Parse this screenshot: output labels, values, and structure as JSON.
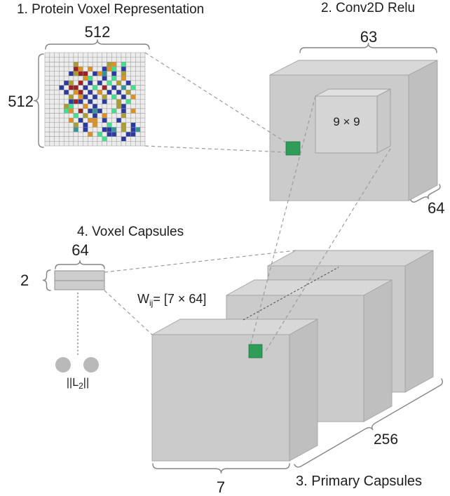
{
  "figure": {
    "steps": {
      "step1": {
        "title": "1. Protein Voxel Representation",
        "width_label": "512",
        "height_label": "512"
      },
      "step2": {
        "title": "2. Conv2D Relu",
        "width_label": "63",
        "depth_label": "64",
        "kernel_label": "9 × 9"
      },
      "step3": {
        "title": "3. Primary Capsules",
        "width_label": "7",
        "depth_label": "256"
      },
      "step4": {
        "title": "4. Voxel Capsules",
        "width_label": "64",
        "height_label": "2",
        "weight": {
          "base": "W",
          "sub": "ij",
          "rest": "= [7 × 64]"
        },
        "norm": {
          "prefix": "||L",
          "sub": "2",
          "suffix": "||"
        }
      }
    },
    "colors": {
      "accent_green": "#2e9d57",
      "accent_green_border": "#1e7a44",
      "circle_gray": "#b9b9b9",
      "bar_fill": "#cdcdcd",
      "bar_border": "#8f8f8f"
    },
    "voxel_grid": {
      "cols": 21,
      "rows": 20,
      "background": "#ececec",
      "line_color": "#9a9a9a",
      "palette": {
        "b": "#2b3aa0",
        "r": "#992222",
        "o": "#dd9122",
        "y": "#ab9d2e",
        "g": "#3fe08e",
        "t": "#339597"
      },
      "pattern": [
        ".....................",
        ".....................",
        "......y......yo.g....",
        "......ro.o..bog.b....",
        ".....byrr.bot.b.y....",
        "........og..b.g.o....",
        "....by.r.b.b.g.y.b...",
        "...b.rr.b.g.r.b.t.g..",
        "....b.or.b.o.b.b.y...",
        ".....y.ob.b.y.g.b.o..",
        ".....brb.b..b..y.g...",
        "....yg..o.b....yb....",
        "....go.r.btb..g.b.o..",
        "......g.y.b.o...y....",
        ".....o.b.oo.b..b.....",
        "......y.b.o..g..y.b..",
        "......t.b...bbt.y.bt.",
        ".........o.g.bb..bb..",
        "............g...b....",
        "....................."
      ]
    }
  }
}
